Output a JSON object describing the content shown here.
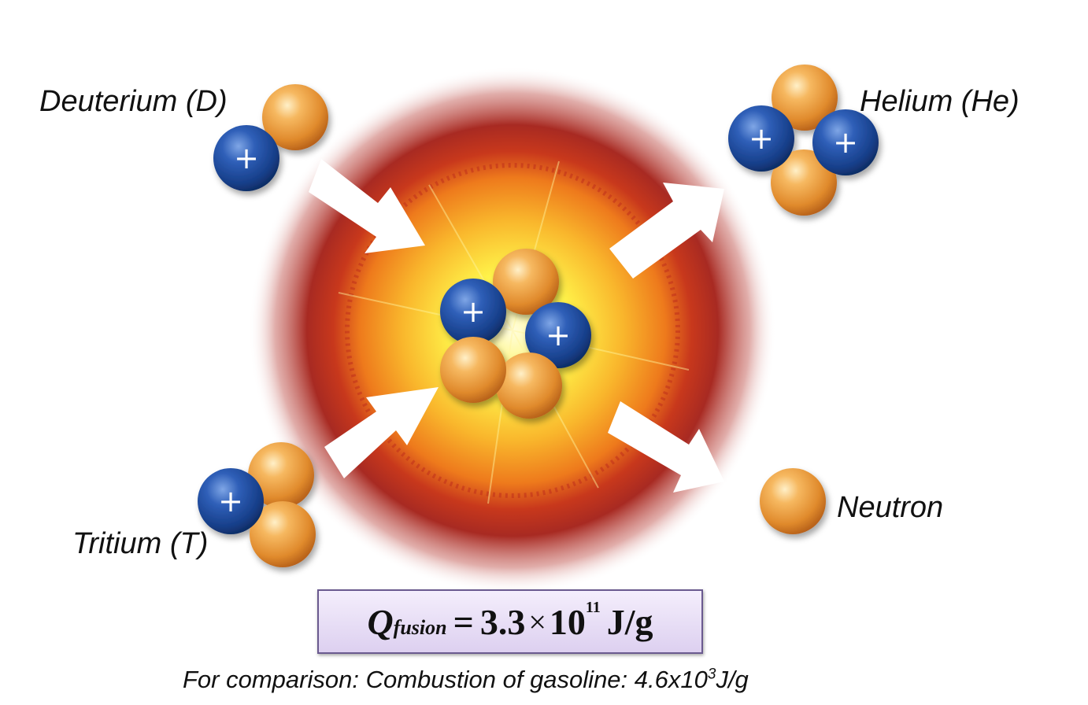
{
  "labels": {
    "deuterium": "Deuterium (D)",
    "tritium": "Tritium (T)",
    "helium": "Helium (He)",
    "neutron": "Neutron"
  },
  "formula": {
    "symbol": "Q",
    "subscript": "fusion",
    "equals": "=",
    "mantissa": "3.3",
    "times": "×",
    "base": "10",
    "exponent": "11",
    "unit": "J/g"
  },
  "comparison": {
    "prefix": "For comparison: Combustion of gasoline: 4.6x10",
    "exponent": "3",
    "unit": "J/g"
  },
  "particles": {
    "proton_symbol": "+"
  },
  "colors": {
    "proton": "#1f4a9c",
    "neutron": "#e08a2c",
    "glow_core": "#fff44a",
    "glow_mid": "#f28a1e",
    "glow_outer": "#a82a22",
    "arrow": "#ffffff"
  }
}
